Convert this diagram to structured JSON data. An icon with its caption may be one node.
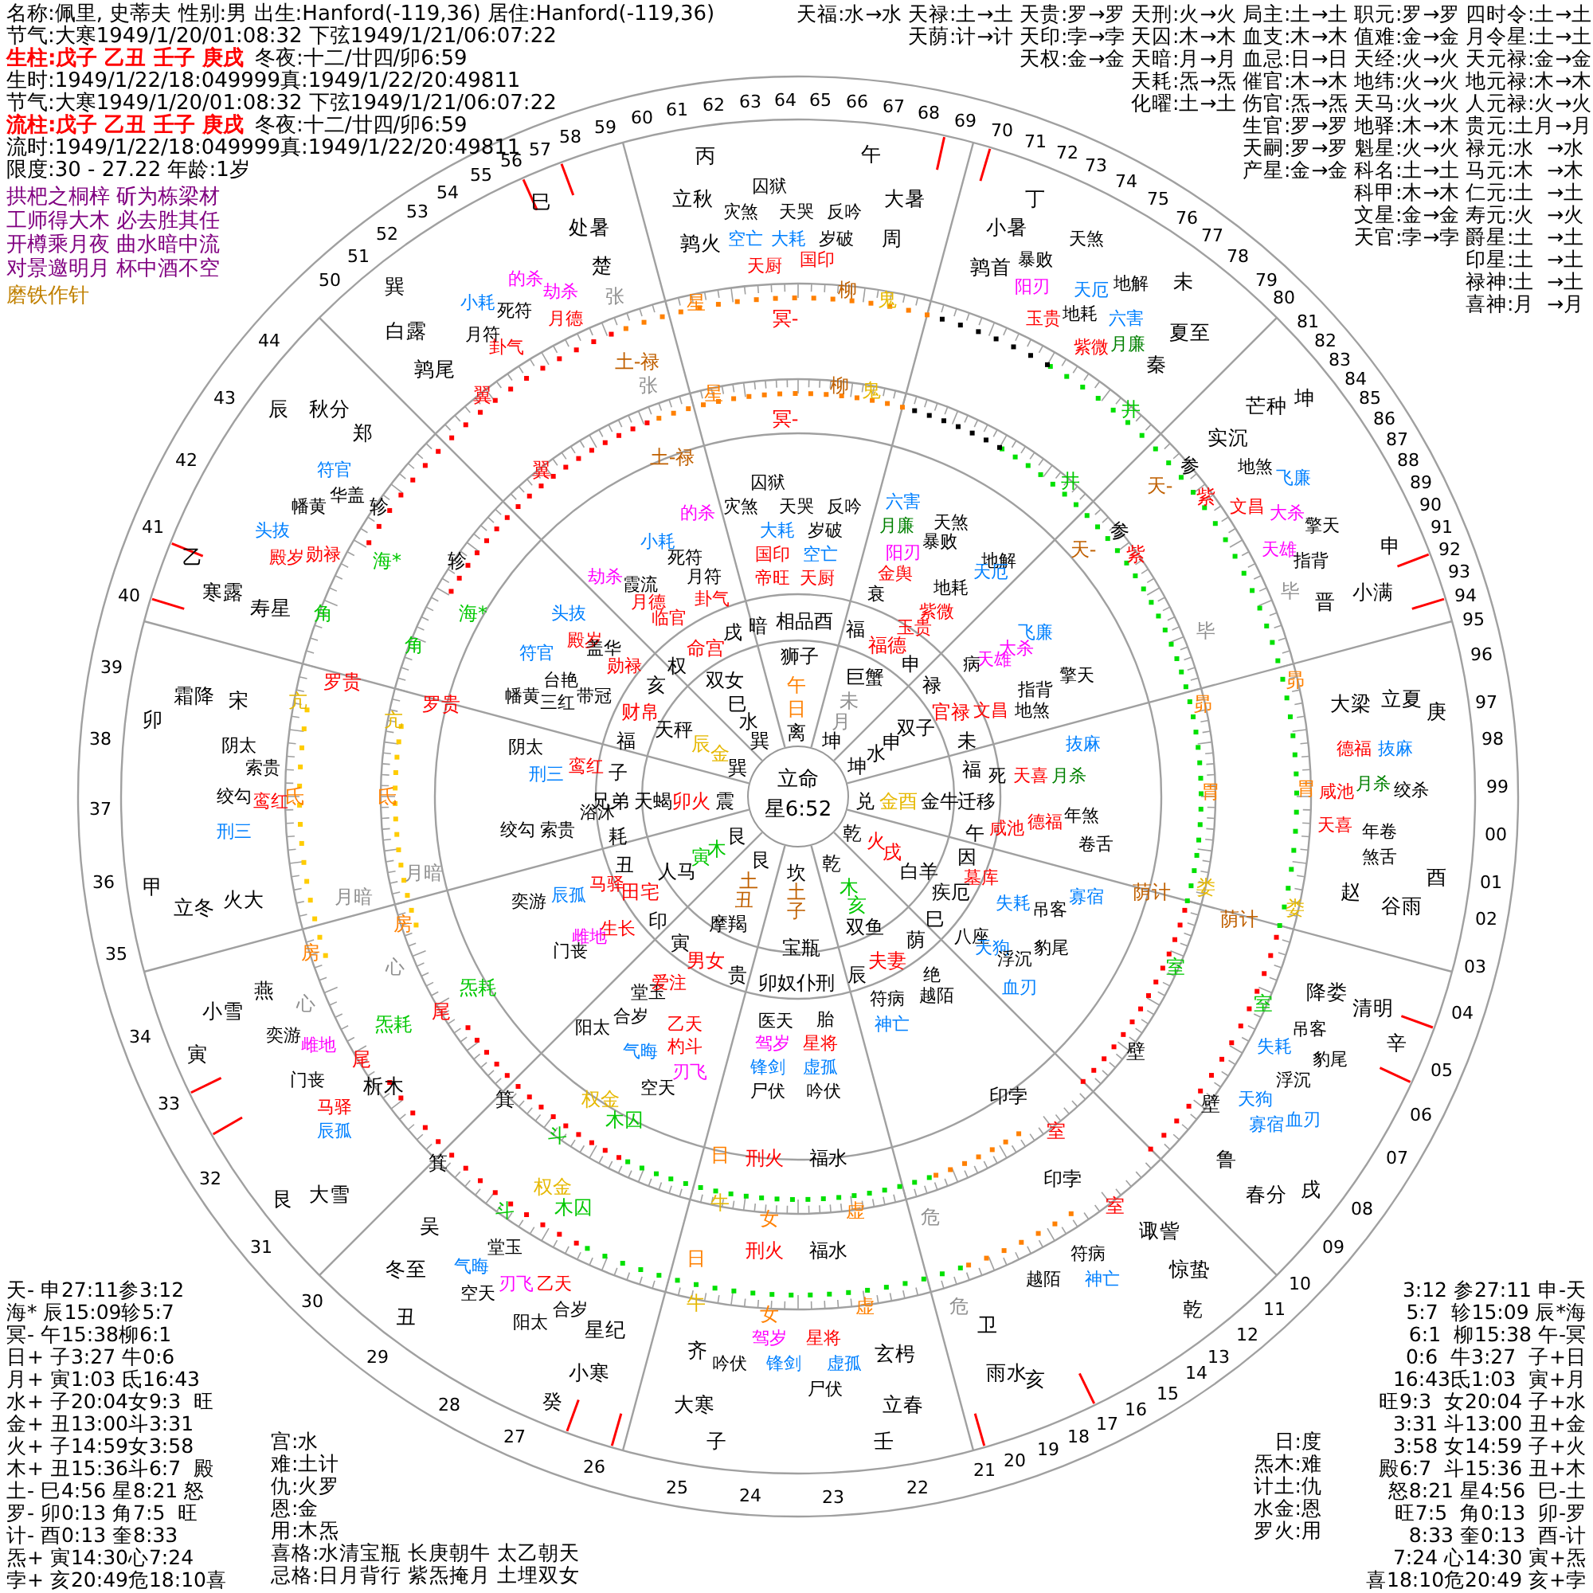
{
  "diagram": {
    "nodes": [
      {
        "text": [
          "立命",
          "星6:52"
        ]
      }
    ],
    "labels": [
      "名称:佩里, 史蒂夫 性别:男 出生:Hanford(-119,36) 居住:Hanford(-119,36)",
      "节气:大寒1949/1/20/01:08:32 下弦1949/1/21/06:07:22",
      "生柱:戊子 乙丑 壬子 庚戌",
      "冬夜:十二/廿四/卯6:59",
      "生时:1949/1/22/18:049999真:1949/1/22/20:49811",
      "节气:大寒1949/1/20/01:08:32 下弦1949/1/21/06:07:22",
      "流柱:戊子 乙丑 壬子 庚戌",
      "冬夜:十二/廿四/卯6:59",
      "流时:1949/1/22/18:049999真:1949/1/22/20:49811",
      "限度:30 - 27.22 年龄:1岁",
      "拱杷之桐梓 斫为栋梁材",
      "工师得大木 必去胜其任",
      "开樽乘月夜 曲水暗中流",
      "对景邀明月 杯中酒不空",
      "磨铁作针",
      "天福:水→水",
      "天禄:土→土",
      "天贵:罗→罗",
      "天刑:火→火",
      "局主:土→土",
      "职元:罗→罗",
      "四时令:土→土",
      "天荫:计→计",
      "天印:孛→孛",
      "天囚:木→木",
      "血支:木→木",
      "值难:金→金",
      "月令星:土→土",
      "天权:金→金",
      "天暗:月→月",
      "血忌:日→日",
      "天经:火→火",
      "天元禄:金→金",
      "天耗:炁→炁",
      "催官:木→木",
      "地纬:火→火",
      "地元禄:木→木",
      "化曜:土→土",
      "伤官:炁→炁",
      "天马:火→火",
      "人元禄:火→火",
      "生官:罗→罗",
      "地驿:木→木",
      "贵元:土月→月",
      "天嗣:罗→罗",
      "魁星:火→火",
      "禄元:水  →水",
      "产星:金→金",
      "科名:土→土",
      "马元:木  →木",
      "科甲:木→木",
      "仁元:土  →土",
      "文星:金→金",
      "寿元:火  →火",
      "天官:孛→孛",
      "爵星:土  →土",
      "印星:土  →土",
      "禄神:土  →土",
      "喜神:月  →月",
      "00",
      "01",
      "02",
      "03",
      "04",
      "05",
      "06",
      "07",
      "08",
      "09",
      "10",
      "11",
      "12",
      "13",
      "14",
      "15",
      "16",
      "17",
      "18",
      "19",
      "20",
      "21",
      "22",
      "24",
      "23",
      "25",
      "26",
      "27",
      "28",
      "29",
      "30",
      "31",
      "32",
      "33",
      "34",
      "35",
      "36",
      "37",
      "38",
      "39",
      "40",
      "41",
      "42",
      "43",
      "44",
      "50",
      "51",
      "52",
      "53",
      "54",
      "55",
      "56",
      "57",
      "58",
      "59",
      "60",
      "61",
      "62",
      "63",
      "64",
      "65",
      "66",
      "67",
      "68",
      "69",
      "70",
      "71",
      "72",
      "73",
      "74",
      "75",
      "76",
      "77",
      "78",
      "79",
      "80",
      "81",
      "82",
      "83",
      "84",
      "85",
      "86",
      "87",
      "88",
      "89",
      "90",
      "91",
      "92",
      "93",
      "94",
      "95",
      "96",
      "97",
      "98",
      "99",
      "丙",
      "立秋",
      "鹑火",
      "午",
      "大暑",
      "周",
      "丁",
      "小暑",
      "鹑首",
      "未",
      "夏至",
      "秦",
      "坤",
      "芒种",
      "实沉",
      "申",
      "小满",
      "晋",
      "大梁",
      "立夏",
      "庚",
      "酉",
      "谷雨",
      "赵",
      "降娄",
      "清明",
      "辛",
      "鲁",
      "春分",
      "戌",
      "诹訾",
      "惊蛰",
      "乾",
      "卫",
      "雨水",
      "亥",
      "玄枵",
      "立春",
      "子",
      "壬",
      "大寒",
      "齐",
      "癸",
      "小寒",
      "星纪",
      "丑",
      "冬至",
      "吴",
      "艮",
      "大雪",
      "析木",
      "寅",
      "小雪",
      "燕",
      "甲",
      "立冬",
      "火大",
      "卯",
      "霜降",
      "宋",
      "乙",
      "寒露",
      "寿星",
      "辰",
      "秋分",
      "郑",
      "巽",
      "白露",
      "鹑尾",
      "巳",
      "处暑",
      "楚",
      "的杀",
      "劫杀",
      "小耗",
      "死符",
      "月德",
      "月符",
      "卦气",
      "囚狱",
      "灾煞",
      "天哭",
      "反吟",
      "空亡",
      "大耗",
      "岁破",
      "天厨",
      "国印",
      "暴败",
      "天煞",
      "阳刃",
      "天厄",
      "地解",
      "玉贵",
      "地耗",
      "六害",
      "紫微",
      "月廉",
      "地煞",
      "飞廉",
      "文昌",
      "大杀",
      "擎天",
      "天雄",
      "指背",
      "德福",
      "抜麻",
      "咸池",
      "月杀",
      "绞杀",
      "天喜",
      "年卷",
      "煞舌",
      "失耗",
      "吊客",
      "豹尾",
      "浮沉",
      "天狗",
      "寡宿",
      "血刃",
      "越陌",
      "符病",
      "神亡",
      "驾岁",
      "星将",
      "吟伏",
      "锋剑",
      "虚孤",
      "尸伏",
      "气晦",
      "堂玉",
      "空天",
      "刃飞",
      "乙天",
      "阳太",
      "合岁",
      "奕游",
      "雌地",
      "门丧",
      "马驿",
      "辰孤",
      "阴太",
      "索贵",
      "绞勾",
      "鸾红",
      "刑三",
      "符官",
      "华盖",
      "幡黄",
      "头抜",
      "殿岁",
      "勋禄",
      "囚狱",
      "灾煞",
      "天哭",
      "反吟",
      "大耗",
      "岁破",
      "国印",
      "空亡",
      "帝旺",
      "天厨",
      "的杀",
      "小耗",
      "死符",
      "劫杀",
      "霞流",
      "月符",
      "月德",
      "临官",
      "卦气",
      "头抜",
      "殿岁",
      "符官",
      "盖华",
      "勋禄",
      "台艳",
      "幡黄",
      "三红",
      "带冠",
      "阴太",
      "刑三",
      "鸾红",
      "绞勾",
      "索贵",
      "浴沐",
      "奕游",
      "辰孤",
      "马驿",
      "门丧",
      "雌地",
      "生长",
      "堂玉",
      "爱注",
      "阳太",
      "合岁",
      "气晦",
      "乙天",
      "杓斗",
      "刃飞",
      "空天",
      "医天",
      "胎",
      "驾岁",
      "星将",
      "锋剑",
      "虚孤",
      "尸伏",
      "吟伏",
      "符病",
      "神亡",
      "绝",
      "越陌",
      "墓库",
      "失耗",
      "吊客",
      "寡宿",
      "八座",
      "天狗",
      "浮沉",
      "豹尾",
      "血刃",
      "咸池",
      "德福",
      "年煞",
      "卷舌",
      "死",
      "天喜",
      "月杀",
      "抜麻",
      "六害",
      "月廉",
      "天煞",
      "阳刃",
      "暴败",
      "金舆",
      "地解",
      "衰",
      "地耗",
      "天厄",
      "紫微",
      "玉贵",
      "飞廉",
      "大杀",
      "天雄",
      "病",
      "擎天",
      "指背",
      "文昌",
      "地煞",
      "暗",
      "相品酉",
      "戌",
      "命宫",
      "权",
      "亥",
      "财帛",
      "福",
      "子",
      "兄弟",
      "耗",
      "丑",
      "田宅",
      "印",
      "寅",
      "男女",
      "贵",
      "卯奴仆刑",
      "辰",
      "夫妻",
      "荫",
      "巳",
      "疾厄",
      "因",
      "午",
      "迁移",
      "福",
      "未",
      "官禄",
      "禄",
      "申",
      "福德",
      "福",
      "狮子",
      "双女",
      "巳",
      "水",
      "巽",
      "午",
      "日",
      "离",
      "未",
      "月",
      "坤",
      "巨蟹",
      "双子",
      "申",
      "水",
      "坤",
      "天秤",
      "辰",
      "金",
      "巽",
      "天蝎",
      "卯",
      "火",
      "震",
      "兑",
      "金",
      "酉",
      "金牛",
      "乾",
      "火",
      "戌",
      "白羊",
      "艮",
      "木",
      "寅",
      "人马",
      "艮",
      "土",
      "丑",
      "坎",
      "土",
      "子",
      "乾",
      "木",
      "亥",
      "摩羯",
      "宝瓶",
      "双鱼",
      "星",
      "星",
      "冥-",
      "冥-",
      "柳",
      "柳",
      "鬼",
      "鬼",
      "张",
      "张",
      "土-禄",
      "土-禄",
      "翼",
      "翼",
      "轸",
      "海*",
      "轸",
      "角",
      "海*",
      "角",
      "亢",
      "罗贵",
      "亢",
      "罗贵",
      "氐",
      "氐",
      "月暗",
      "月暗",
      "房",
      "房",
      "心",
      "心",
      "炁耗",
      "炁耗",
      "尾",
      "尾",
      "箕",
      "箕",
      "斗",
      "斗",
      "权金",
      "权金",
      "木囚",
      "木囚",
      "日",
      "日",
      "牛",
      "牛",
      "女",
      "女",
      "刑火",
      "刑火",
      "福水",
      "福水",
      "虚",
      "虚",
      "危",
      "危",
      "印孛",
      "印孛",
      "室",
      "室",
      "壁",
      "壁",
      "室",
      "室",
      "荫计",
      "荫计",
      "娄",
      "娄",
      "胃",
      "胃",
      "昴",
      "昴",
      "毕",
      "毕",
      "紫",
      "紫",
      "参",
      "参",
      "天-",
      "天-",
      "井",
      "井",
      "天- 申27:11参3:12",
      "海* 辰15:09轸5:7",
      "冥- 午15:38柳6:1",
      "日+ 子3:27 牛0:6",
      "月+ 寅1:03 氐16:43",
      "水+ 子20:04女9:3  旺",
      "金+ 丑13:00斗3:31",
      "火+ 子14:59女3:58",
      "木+ 丑15:36斗6:7  殿",
      "土- 巳4:56 星8:21 怒",
      "罗- 卯0:13 角7:5  旺",
      "计- 酉0:13 奎8:33",
      "炁+ 寅14:30心7:24",
      "孛+ 亥20:49危18:10喜",
      "3:12 参27:11 申-天",
      "5:7  轸15:09 辰*海",
      "6:1  柳15:38 午-冥",
      "0:6  牛3:27  子+日",
      "16:43氐1:03  寅+月",
      "旺9:3  女20:04 子+水",
      "3:31 斗13:00 丑+金",
      "3:58 女14:59 子+火",
      "殿6:7  斗15:36 丑+木",
      "怒8:21 星4:56  巳-土",
      "旺7:5  角0:13  卯-罗",
      "8:33 奎0:13  酉-计",
      "7:24 心14:30 寅+炁",
      "喜18:10危20:49 亥+孛",
      "宫:水",
      "难:土计",
      "仇:火罗",
      "恩:金",
      "用:木炁",
      "喜格:水清宝瓶 长庚朝牛 太乙朝天",
      "忌格:日月背行 紫炁掩月 土埋双女",
      "日:度",
      "炁木:难",
      "计土:仇",
      "水金:恩",
      "罗火:用"
    ]
  }
}
